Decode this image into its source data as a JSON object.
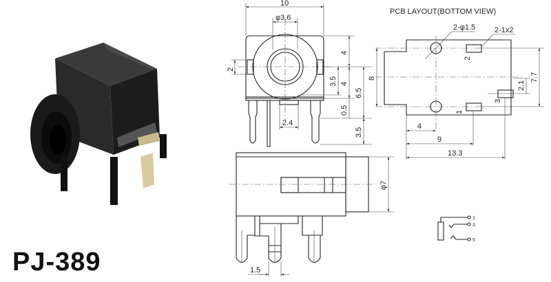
{
  "product": {
    "model": "PJ-389"
  },
  "front_view": {
    "width": "10",
    "bore": "φ3.6",
    "slot": "2",
    "top_half": "4",
    "bottom_half": "4",
    "center_to_tab": "3.5",
    "center_to_base": "6.5",
    "tab_gap": "0.5",
    "pin_length": "3.5",
    "tab_width": "2.4"
  },
  "side_view": {
    "diameter": "φ7",
    "pin_width": "1.5"
  },
  "pcb_layout": {
    "heading": "PCB LAYOUT(BOTTOM VIEW)",
    "holes": "2-φ1.5",
    "pads": "2-1x2",
    "height": "8",
    "pad_span": "7.7",
    "pad3_offset": "2.1",
    "dim_hole": "4",
    "dim_pad": "9",
    "dim_total": "13.3",
    "pin_labels": [
      "1",
      "2",
      "3"
    ]
  },
  "schematic": {
    "pins": [
      "1",
      "3",
      "5"
    ]
  }
}
